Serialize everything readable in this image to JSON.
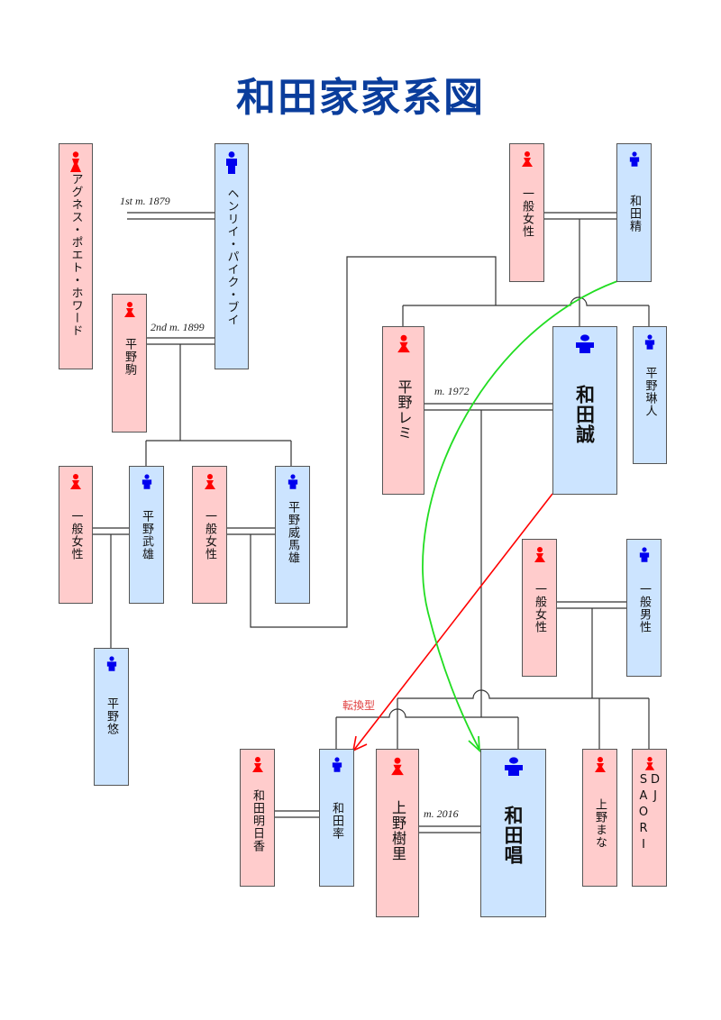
{
  "title": "和田家家系図",
  "colors": {
    "female_bg": "#ffcccc",
    "male_bg": "#cce4ff",
    "female_icon": "#ff0000",
    "male_icon": "#0000ee",
    "title": "#0a3d9c",
    "relation_red": "#ff0000",
    "relation_green": "#22dd22"
  },
  "people": {
    "agnes": {
      "name": "アグネス・ポエト・ホワード",
      "gender": "female"
    },
    "henry": {
      "name": "ヘンリイ・パイク・ブイ",
      "gender": "male"
    },
    "koma": {
      "name": "平野駒",
      "gender": "female"
    },
    "woman1": {
      "name": "一般女性",
      "gender": "female"
    },
    "takeo": {
      "name": "平野武雄",
      "gender": "male"
    },
    "woman2": {
      "name": "一般女性",
      "gender": "female"
    },
    "imao": {
      "name": "平野威馬雄",
      "gender": "male"
    },
    "yu": {
      "name": "平野悠",
      "gender": "male"
    },
    "woman3": {
      "name": "一般女性",
      "gender": "female"
    },
    "sei": {
      "name": "和田精",
      "gender": "male"
    },
    "remi": {
      "name": "平野レミ",
      "gender": "female"
    },
    "makoto": {
      "name": "和田誠",
      "gender": "male"
    },
    "rinto": {
      "name": "平野琳人",
      "gender": "male"
    },
    "woman4": {
      "name": "一般女性",
      "gender": "female"
    },
    "man1": {
      "name": "一般男性",
      "gender": "male"
    },
    "asuka": {
      "name": "和田明日香",
      "gender": "female"
    },
    "ritsu": {
      "name": "和田率",
      "gender": "male"
    },
    "juri": {
      "name": "上野樹里",
      "gender": "female"
    },
    "sho": {
      "name": "和田唱",
      "gender": "male"
    },
    "mana": {
      "name": "上野まな",
      "gender": "female"
    },
    "saori": {
      "name": "DJ SAORI",
      "gender": "female"
    }
  },
  "marriages": {
    "henry_agnes": "1st m. 1879",
    "henry_koma": "2nd m. 1899",
    "makoto_remi": "m. 1972",
    "sho_juri": "m. 2016"
  },
  "notes": {
    "red_arrow": "転換型"
  }
}
